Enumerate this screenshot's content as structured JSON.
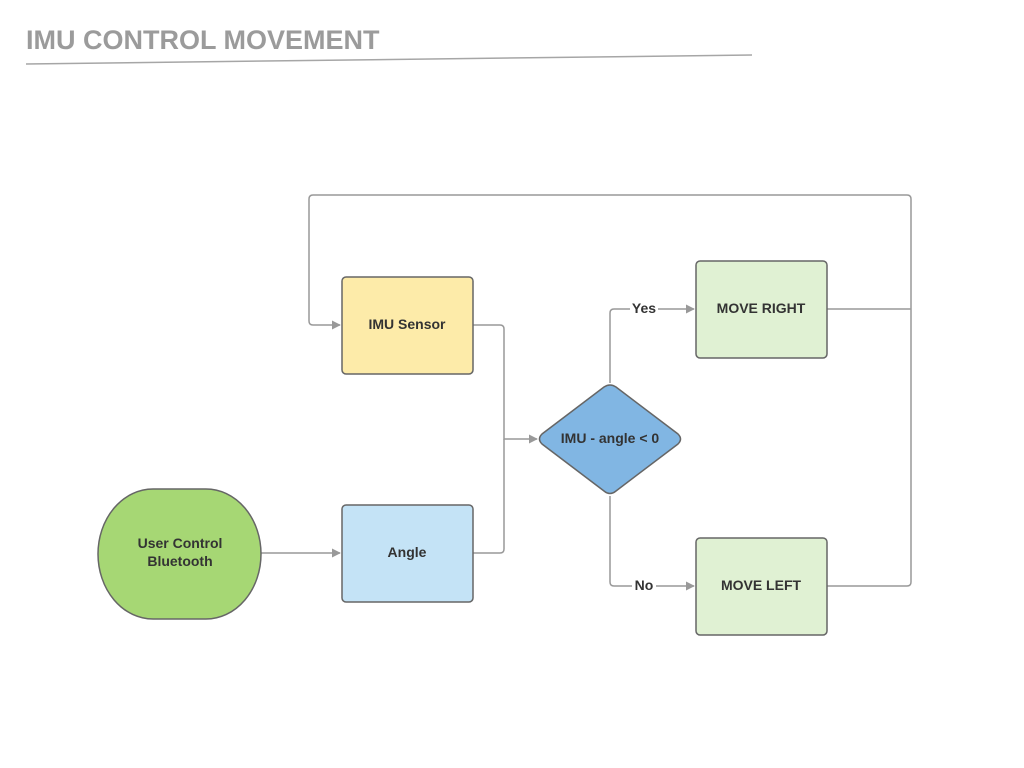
{
  "title": "IMU CONTROL MOVEMENT",
  "nodes": {
    "user_control": {
      "line1": "User Control",
      "line2": "Bluetooth",
      "color": "#a6d774"
    },
    "imu_sensor": {
      "label": "IMU Sensor",
      "color": "#fdeba9"
    },
    "angle": {
      "label": "Angle",
      "color": "#c4e3f6"
    },
    "decision": {
      "label": "IMU - angle < 0",
      "color": "#81b6e3"
    },
    "move_right": {
      "label": "MOVE RIGHT",
      "color": "#e0f1d3"
    },
    "move_left": {
      "label": "MOVE LEFT",
      "color": "#e0f1d3"
    }
  },
  "edges": {
    "yes_label": "Yes",
    "no_label": "No"
  }
}
